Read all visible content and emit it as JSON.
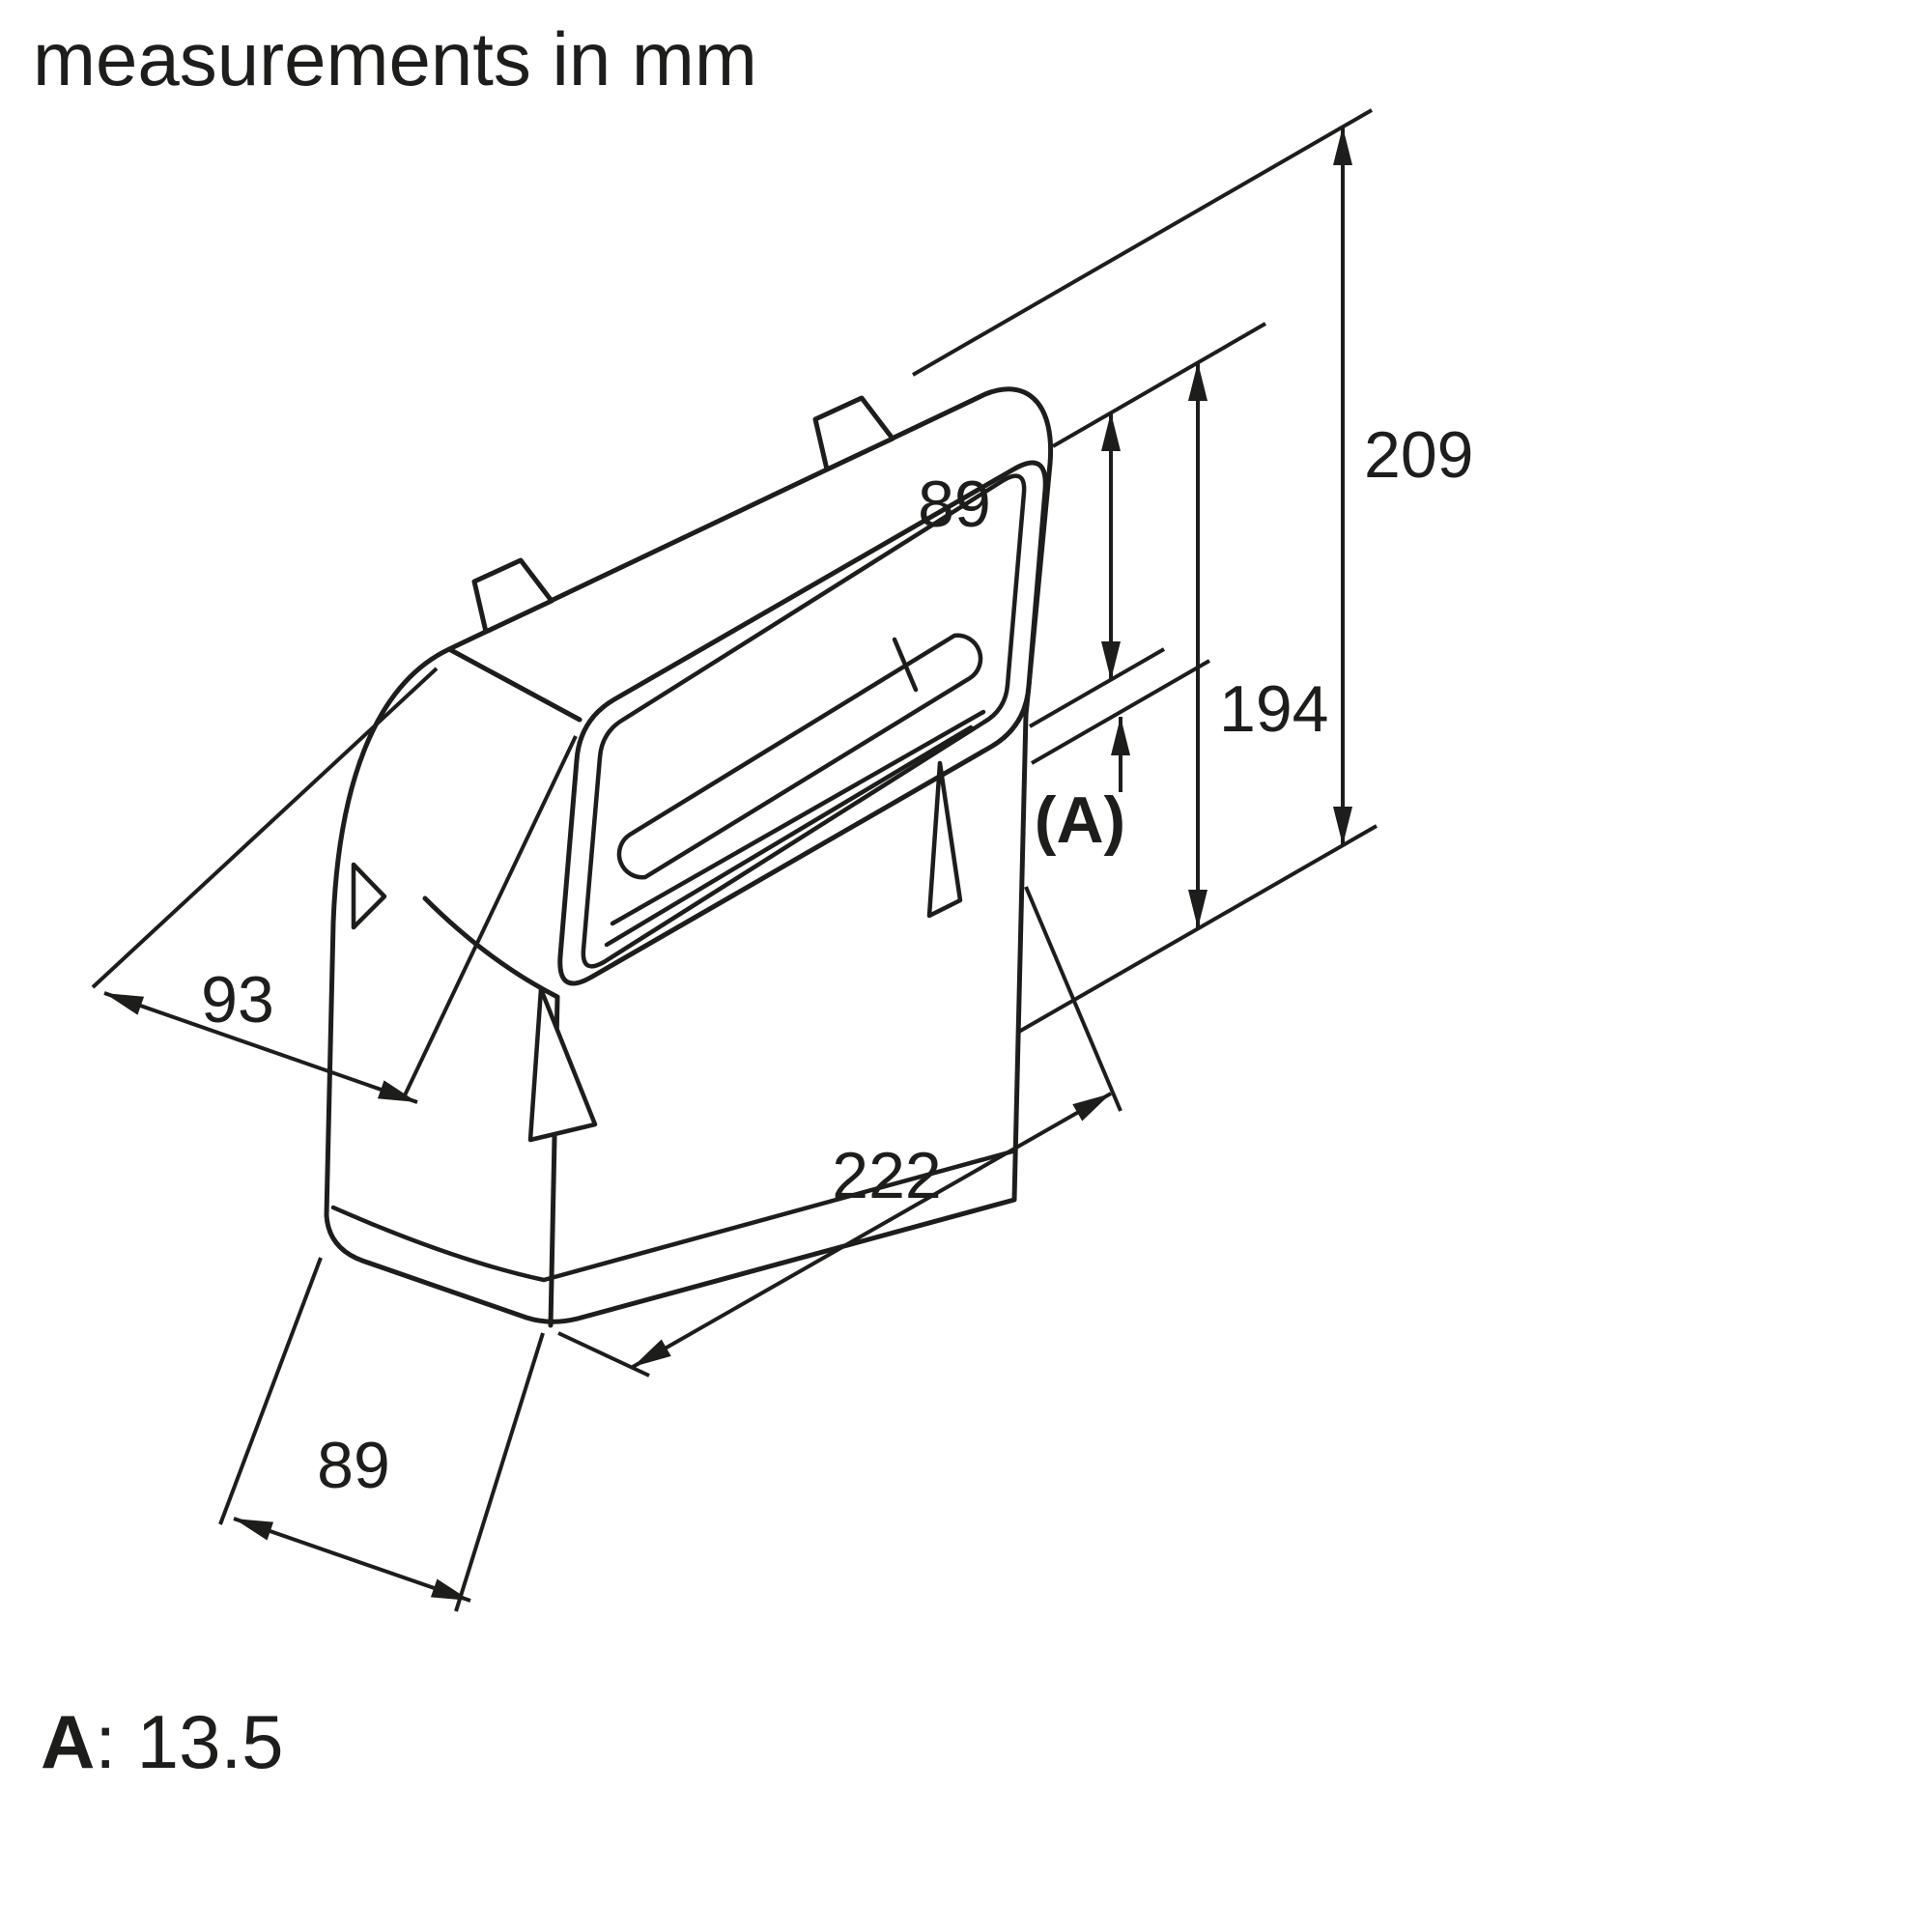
{
  "title": "measurements in mm",
  "dimensions": {
    "total_height": "209",
    "outlet_height": "89",
    "body_height": "194",
    "gap": "(A)",
    "depth": "93",
    "length": "222",
    "duct_width": "89"
  },
  "footnote": {
    "label": "A",
    "value": ": 13.5"
  },
  "colors": {
    "line": "#1d1d1b",
    "background": "#ffffff"
  }
}
